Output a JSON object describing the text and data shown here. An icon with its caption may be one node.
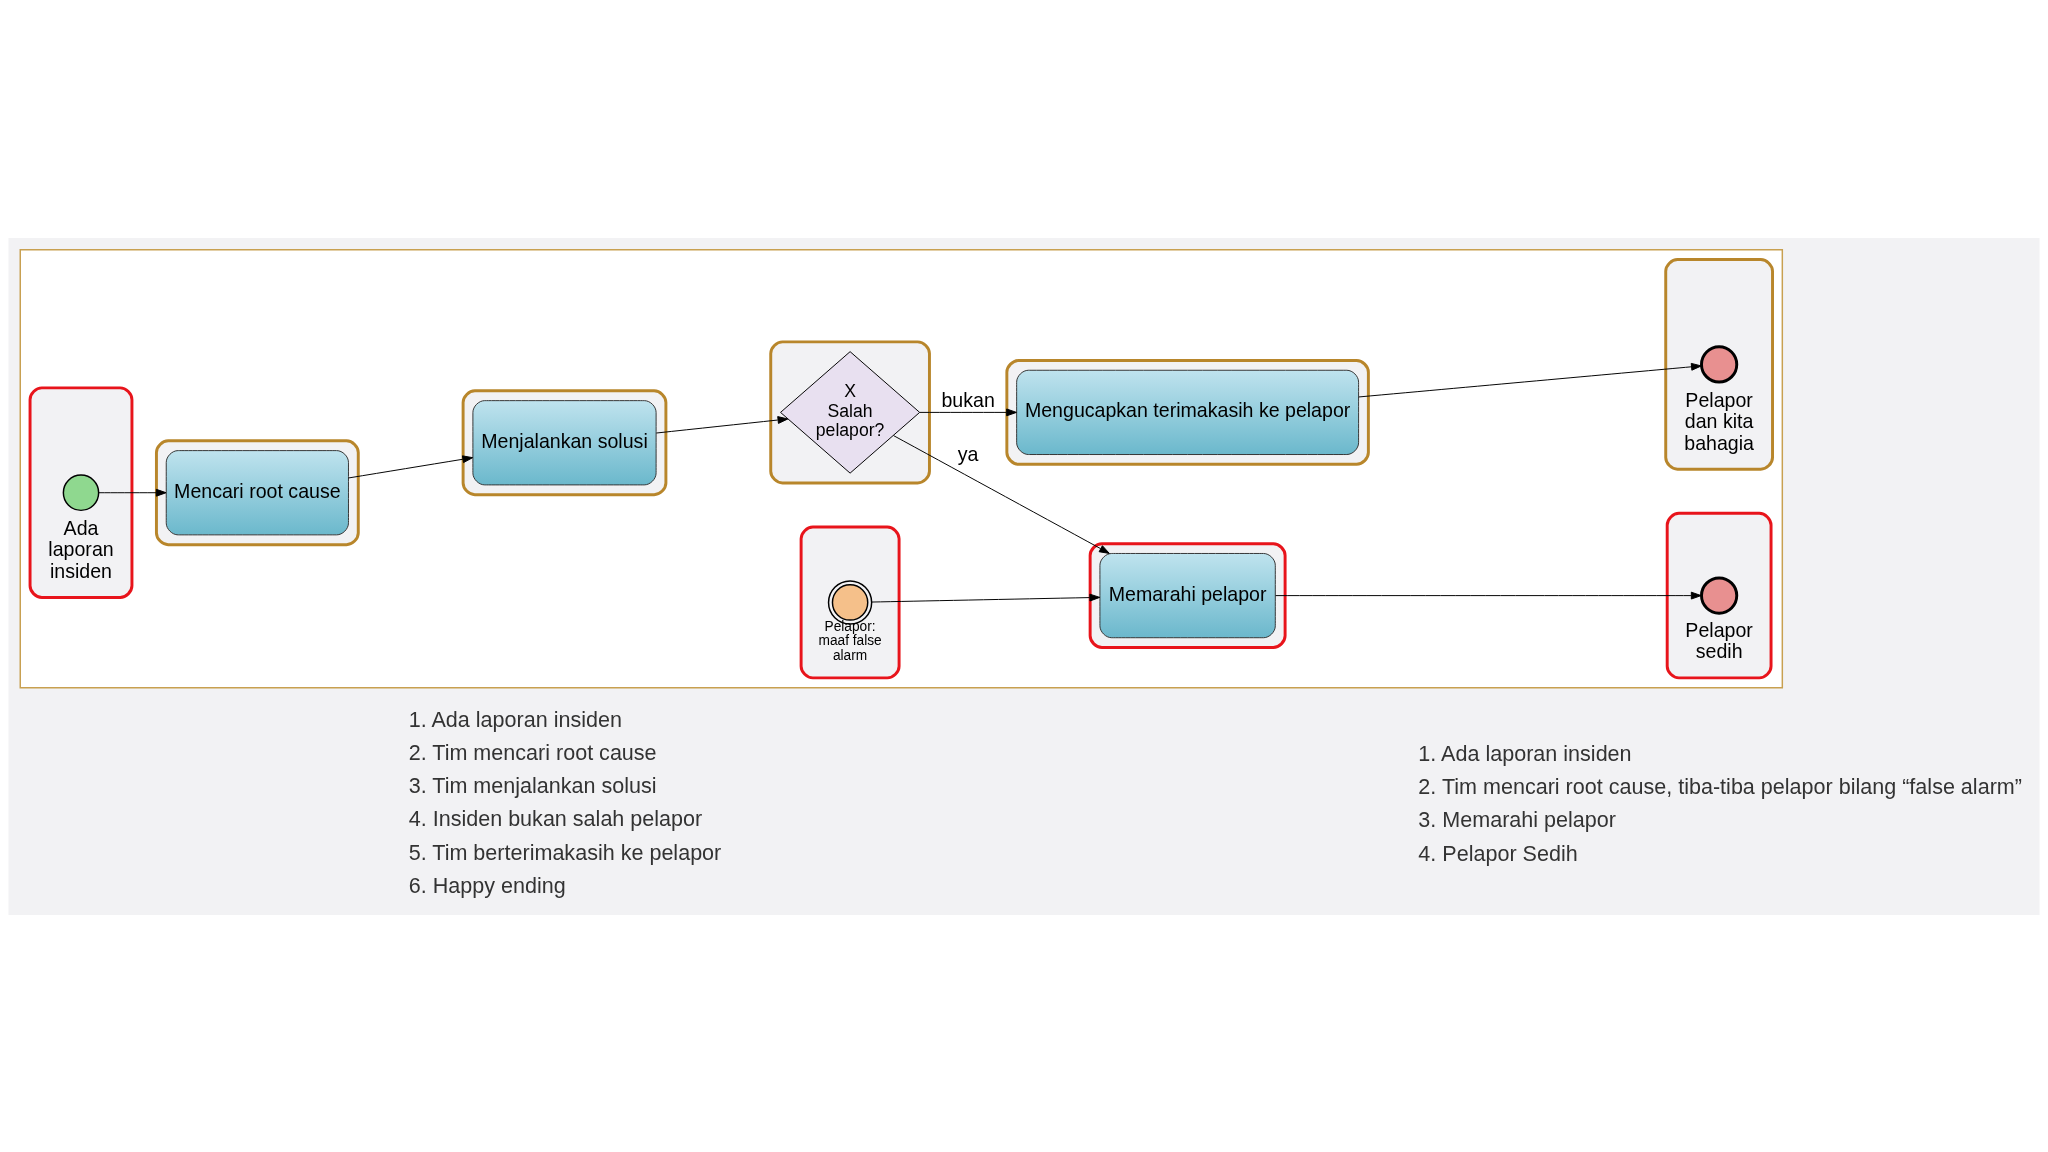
{
  "diagram": {
    "nodes": [
      {
        "text": [],
        "shape": "box"
      },
      {
        "text": [],
        "shape": "box",
        "in": 0
      },
      {
        "text": [
          "Ada laporan insiden"
        ],
        "in": 1
      },
      {
        "text": [],
        "shape": "box",
        "in": 0
      },
      {
        "text": [
          "Mencari root cause"
        ],
        "in": 3
      },
      {
        "text": [],
        "shape": "box",
        "in": 0
      },
      {
        "text": [
          "Pelapor: maaf false alarm"
        ],
        "in": 5
      },
      {
        "text": [],
        "shape": "box",
        "in": 0
      },
      {
        "text": [
          "Menjalankan solusi"
        ],
        "in": 7
      },
      {
        "text": [],
        "shape": "box",
        "in": 0
      },
      {
        "text": [
          "X",
          "Salah pelapor?"
        ],
        "in": 9
      },
      {
        "text": [],
        "shape": "box",
        "in": 0
      },
      {
        "text": [
          "Mengucapkan terimakasih ke pelapor"
        ],
        "in": 11
      },
      {
        "text": [],
        "shape": "box",
        "in": 0
      },
      {
        "text": [
          "Pelapor dan kita bahagia"
        ],
        "in": 13
      },
      {
        "text": [],
        "shape": "box",
        "in": 0
      },
      {
        "text": [
          "Memarahi pelapor"
        ],
        "in": 15
      },
      {
        "text": [],
        "shape": "box",
        "in": 0
      },
      {
        "text": [
          "Pelapor sedih"
        ],
        "in": 17
      }
    ],
    "edges": [
      {
        "from": 2,
        "to": 4,
        "arrow": "to"
      },
      {
        "from": 4,
        "to": 8,
        "arrow": "to"
      },
      {
        "from": 8,
        "to": 10,
        "arrow": "to"
      },
      {
        "from": 10,
        "to": 12,
        "label": "bukan",
        "arrow": "to"
      },
      {
        "from": 12,
        "to": 14,
        "arrow": "to"
      },
      {
        "from": 10,
        "to": 16,
        "label": "ya",
        "arrow": "to"
      },
      {
        "from": 6,
        "to": 16,
        "arrow": "to"
      },
      {
        "from": 16,
        "to": 18,
        "arrow": "to"
      }
    ],
    "labels": [
      "1. Ada laporan insiden",
      "2. Tim mencari root cause",
      "3. Tim menjalankan solusi",
      "4. Insiden bukan salah pelapor",
      "5. Tim berterimakasih ke pelapor",
      "6. Happy ending",
      "1. Ada laporan insiden",
      "2. Tim mencari root cause, tiba-tiba pelapor bilang “false alarm”",
      "3. Memarahi pelapor",
      "4. Pelapor Sedih"
    ]
  }
}
